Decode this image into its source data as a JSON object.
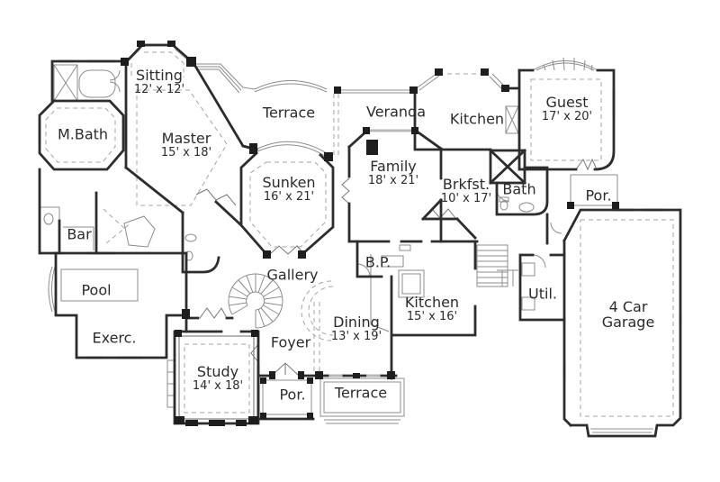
{
  "plan": {
    "type": "single-story-house-floor-plan",
    "colors": {
      "background": "#ffffff",
      "wall": "#2d2d2d",
      "thin_line": "#8c8c8c",
      "window": "#b8b8b8",
      "dashed": "#a5a5a5",
      "text": "#2b2b2b"
    }
  },
  "rooms": [
    {
      "id": "sitting",
      "name": "Sitting",
      "dims": "12' x 12'"
    },
    {
      "id": "mbath",
      "name": "M.Bath",
      "dims": ""
    },
    {
      "id": "master",
      "name": "Master",
      "dims": "15' x 18'"
    },
    {
      "id": "terrace-top",
      "name": "Terrace",
      "dims": ""
    },
    {
      "id": "veranda",
      "name": "Veranda",
      "dims": ""
    },
    {
      "id": "sunken",
      "name": "Sunken",
      "dims": "16' x 21'"
    },
    {
      "id": "family",
      "name": "Family",
      "dims": "18' x 21'"
    },
    {
      "id": "kitchen-top",
      "name": "Kitchen",
      "dims": ""
    },
    {
      "id": "guest",
      "name": "Guest",
      "dims": "17' x 20'"
    },
    {
      "id": "brkfst",
      "name": "Brkfst.",
      "dims": "10' x 17'"
    },
    {
      "id": "bath",
      "name": "Bath",
      "dims": ""
    },
    {
      "id": "por-right",
      "name": "Por.",
      "dims": ""
    },
    {
      "id": "bar",
      "name": "Bar",
      "dims": ""
    },
    {
      "id": "pool",
      "name": "Pool",
      "dims": ""
    },
    {
      "id": "exerc",
      "name": "Exerc.",
      "dims": ""
    },
    {
      "id": "gallery",
      "name": "Gallery",
      "dims": ""
    },
    {
      "id": "bp",
      "name": "B.P.",
      "dims": ""
    },
    {
      "id": "kitchen-main",
      "name": "Kitchen",
      "dims": "15' x 16'"
    },
    {
      "id": "util",
      "name": "Util.",
      "dims": ""
    },
    {
      "id": "garage",
      "name": "4 Car",
      "name2": "Garage"
    },
    {
      "id": "foyer",
      "name": "Foyer",
      "dims": ""
    },
    {
      "id": "dining",
      "name": "Dining",
      "dims": "13' x 19'"
    },
    {
      "id": "study",
      "name": "Study",
      "dims": "14' x 18'"
    },
    {
      "id": "por-bottom",
      "name": "Por.",
      "dims": ""
    },
    {
      "id": "terrace-bottom",
      "name": "Terrace",
      "dims": ""
    }
  ]
}
